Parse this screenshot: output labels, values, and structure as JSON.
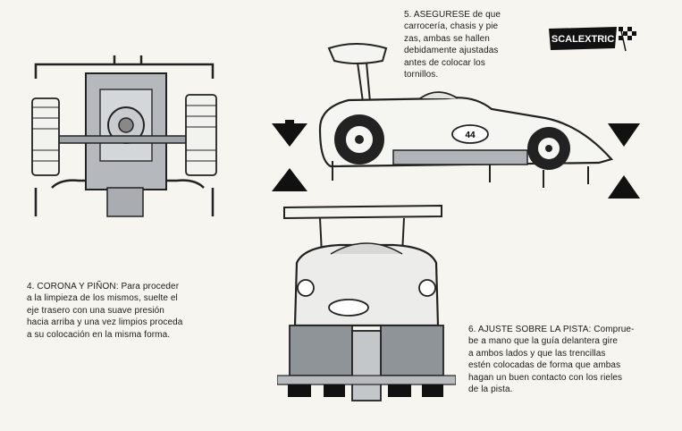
{
  "brand": {
    "logo_text": "SCALEXTRIC"
  },
  "step5": {
    "lines": [
      "5. ASEGURESE de que",
      "carrocería, chasis y pie",
      "zas, ambas se hallen",
      "debidamente ajustadas",
      "antes de colocar los",
      "tornillos."
    ]
  },
  "step4": {
    "lines": [
      "4. CORONA Y PIÑON: Para proceder",
      "a la limpieza de los mismos, suelte el",
      "eje trasero con una suave presión",
      "hacia arriba y una vez limpios proceda",
      "a su colocación en la misma forma."
    ]
  },
  "step6": {
    "lines": [
      "6. AJUSTE SOBRE LA PISTA: Comprue-",
      "be a mano que la guía delantera gire",
      "a ambos lados y que las trencillas",
      "estén colocadas de forma que ambas",
      "hagan un buen contacto con los rieles",
      "de la pista."
    ]
  },
  "car": {
    "number": "44"
  }
}
